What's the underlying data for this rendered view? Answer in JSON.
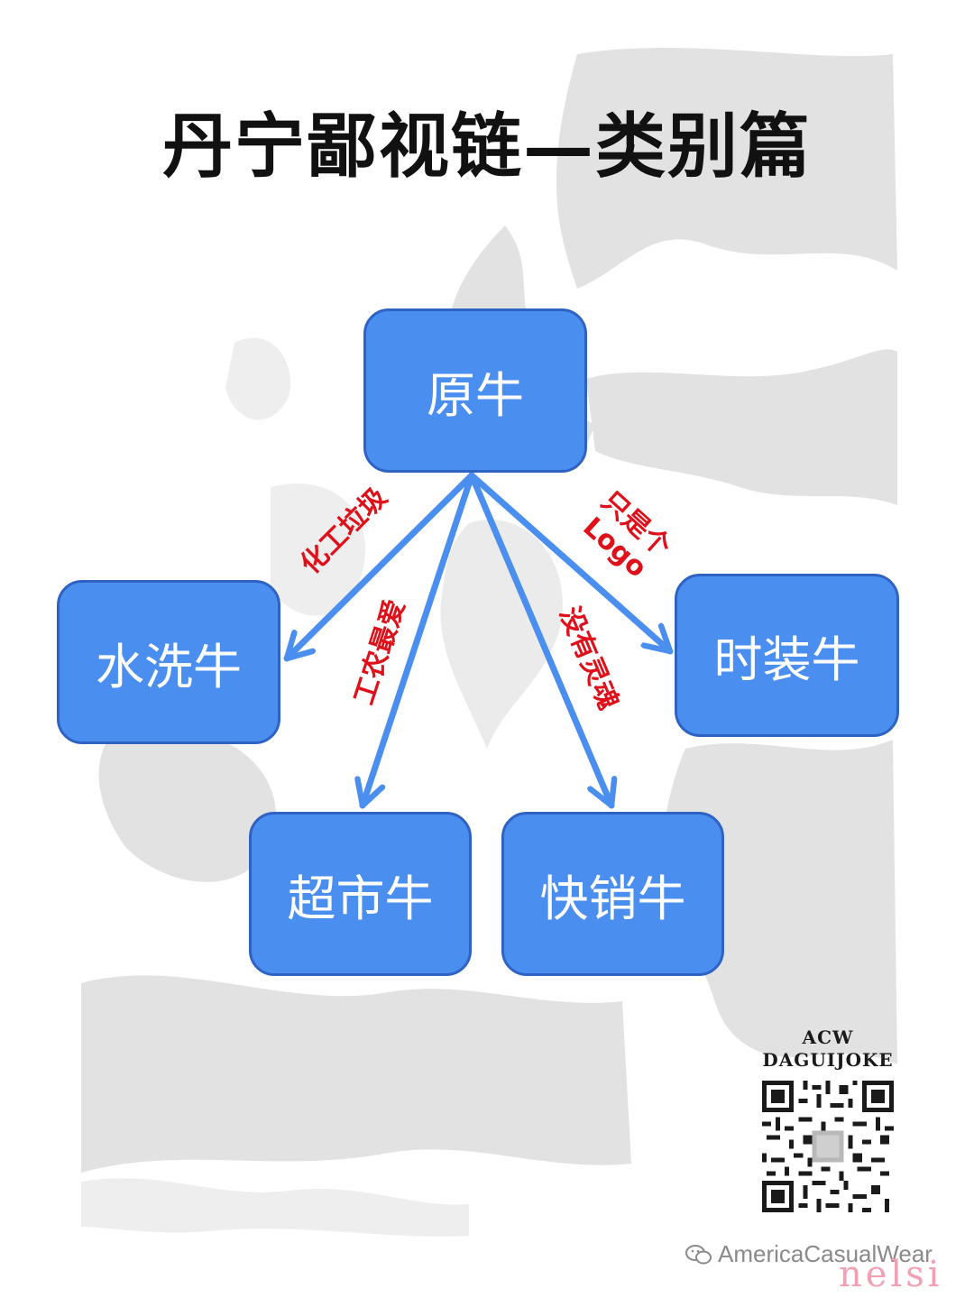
{
  "title": "丹宁鄙视链—类别篇",
  "nodes": {
    "raw": "原牛",
    "washed": "水洗牛",
    "fashion": "时装牛",
    "supermarket": "超市牛",
    "fast": "快销牛"
  },
  "edge_labels": {
    "washed": "化工垃圾",
    "supermarket": "工农最爱",
    "fast": "没有灵魂",
    "fashion_line1": "只是个",
    "fashion_line2": "Logo"
  },
  "brand": {
    "line1": "ACW",
    "line2": "DAGUIJOKE"
  },
  "footer": {
    "account": "AmericaCasualWear",
    "watermark": "nelsi"
  },
  "colors": {
    "node_fill": "#4a8ef0",
    "node_border": "#2e63c4",
    "arrow": "#4a8ef0",
    "label_red": "#e0101a"
  }
}
